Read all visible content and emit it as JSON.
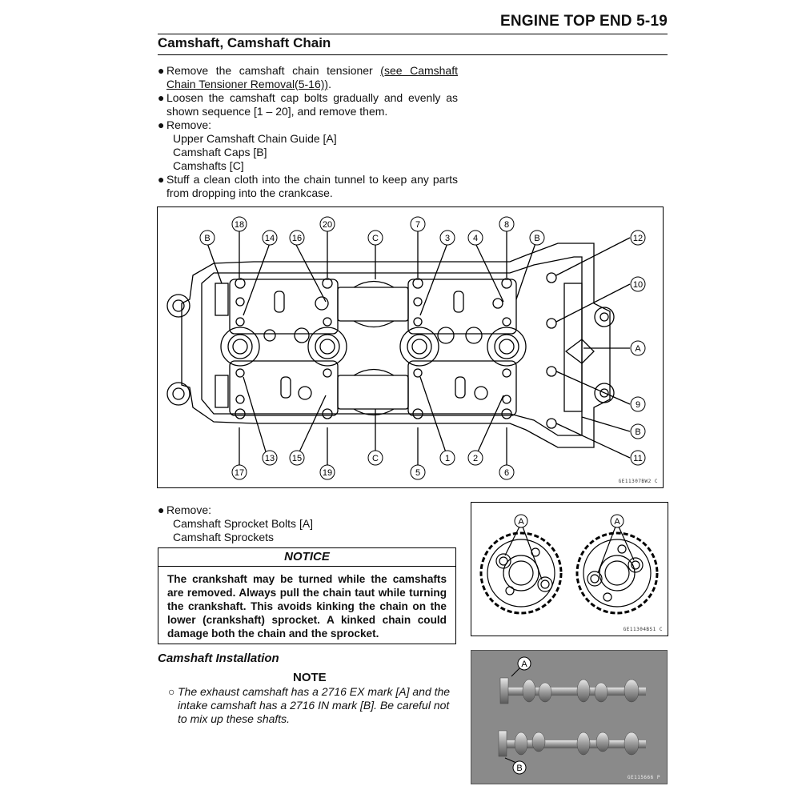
{
  "header": {
    "title": "ENGINE TOP END 5-19"
  },
  "section": {
    "title": "Camshaft, Camshaft Chain"
  },
  "steps": {
    "s1_text": "Remove the camshaft chain tensioner ",
    "s1_link": "(see Camshaft Chain Tensioner Removal(5-16))",
    "s1_end": ".",
    "s2": "Loosen the camshaft cap bolts gradually and evenly as shown sequence [1 – 20], and remove them.",
    "s3": "Remove:",
    "s3_items": [
      "Upper Camshaft Chain Guide [A]",
      "Camshaft Caps [B]",
      "Camshafts [C]"
    ],
    "s4": "Stuff a clean cloth into the chain tunnel to keep any parts from dropping into the crankcase."
  },
  "figure1": {
    "code": "GE11307BW2 C",
    "labels_top": [
      "B",
      "18",
      "14",
      "16",
      "20",
      "C",
      "7",
      "3",
      "4",
      "8",
      "B"
    ],
    "labels_bottom": [
      "17",
      "13",
      "15",
      "19",
      "C",
      "5",
      "1",
      "2",
      "6"
    ],
    "labels_right": [
      "12",
      "10",
      "A",
      "9",
      "B",
      "11"
    ]
  },
  "step5": {
    "head": "Remove:",
    "items": [
      "Camshaft Sprocket Bolts [A]",
      "Camshaft Sprockets"
    ]
  },
  "figure2": {
    "code": "GE11304BS1 C",
    "label_a": "A"
  },
  "notice": {
    "title": "NOTICE",
    "body": "The crankshaft may be turned while the camshafts are removed. Always pull the chain taut while turning the crankshaft. This avoids kinking the chain on the lower (crankshaft) sprocket. A kinked chain could damage both the chain and the sprocket."
  },
  "install": {
    "title": "Camshaft Installation",
    "note_title": "NOTE",
    "note": "The exhaust camshaft has a 2716 EX mark [A] and the intake camshaft has a 2716 IN mark [B]. Be careful not to mix up these shafts."
  },
  "figure3": {
    "code": "GE115666 P",
    "label_a": "A",
    "label_b": "B"
  }
}
